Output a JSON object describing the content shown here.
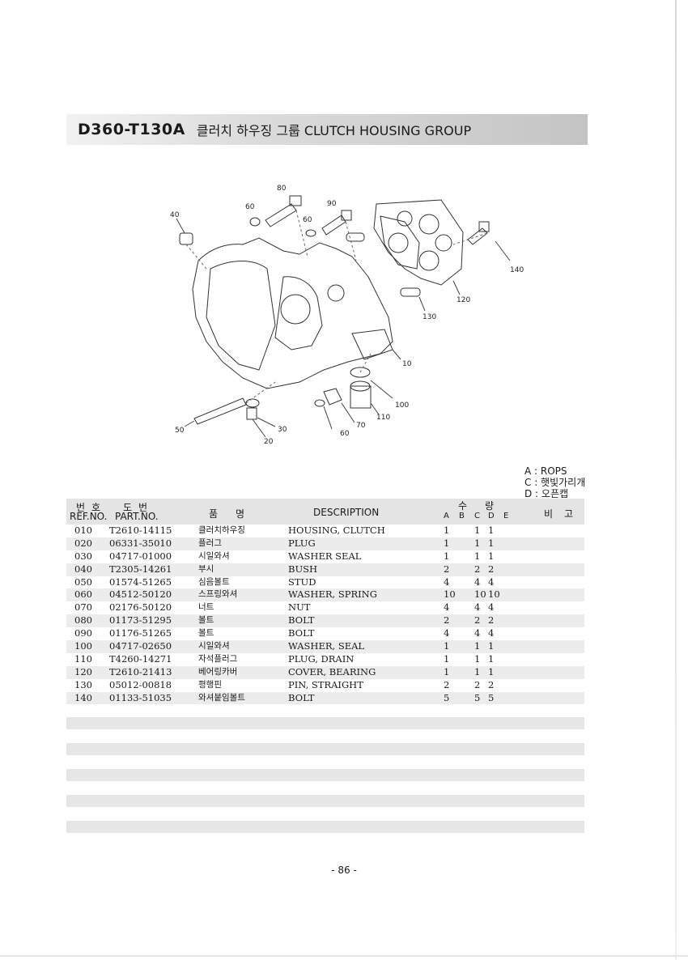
{
  "header": {
    "code": "D360-T130A",
    "title": "클러치 하우징 그룹 CLUTCH HOUSING GROUP"
  },
  "diagram": {
    "callouts": [
      "80",
      "60",
      "90",
      "40",
      "60",
      "140",
      "120",
      "130",
      "10",
      "100",
      "110",
      "70",
      "60",
      "50",
      "30",
      "20"
    ]
  },
  "legend": {
    "items": [
      "A : ROPS",
      "C : 햇빛가리개",
      "D : 오픈캡"
    ]
  },
  "table": {
    "headers": {
      "ref_ko": "번호",
      "ref_en": "REF.NO.",
      "part_ko": "도번",
      "part_en": "PART.NO.",
      "name_ko": "품명",
      "description": "DESCRIPTION",
      "qty_ko": "수량",
      "qty_a": "A",
      "qty_b": "B",
      "qty_c": "C",
      "qty_d": "D",
      "qty_e": "E",
      "remark_ko": "비고"
    },
    "rows": [
      {
        "ref": "010",
        "part": "T2610-14115",
        "ko": "클러치하우징",
        "desc": "HOUSING, CLUTCH",
        "a": "1",
        "c": "1",
        "d": "1"
      },
      {
        "ref": "020",
        "part": "06331-35010",
        "ko": "플러그",
        "desc": "PLUG",
        "a": "1",
        "c": "1",
        "d": "1"
      },
      {
        "ref": "030",
        "part": "04717-01000",
        "ko": "시일와셔",
        "desc": "WASHER SEAL",
        "a": "1",
        "c": "1",
        "d": "1"
      },
      {
        "ref": "040",
        "part": "T2305-14261",
        "ko": "부시",
        "desc": "BUSH",
        "a": "2",
        "c": "2",
        "d": "2"
      },
      {
        "ref": "050",
        "part": "01574-51265",
        "ko": "심음볼트",
        "desc": "STUD",
        "a": "4",
        "c": "4",
        "d": "4"
      },
      {
        "ref": "060",
        "part": "04512-50120",
        "ko": "스프링와셔",
        "desc": "WASHER, SPRING",
        "a": "10",
        "c": "10",
        "d": "10"
      },
      {
        "ref": "070",
        "part": "02176-50120",
        "ko": "너트",
        "desc": "NUT",
        "a": "4",
        "c": "4",
        "d": "4"
      },
      {
        "ref": "080",
        "part": "01173-51295",
        "ko": "볼트",
        "desc": "BOLT",
        "a": "2",
        "c": "2",
        "d": "2"
      },
      {
        "ref": "090",
        "part": "01176-51265",
        "ko": "볼트",
        "desc": "BOLT",
        "a": "4",
        "c": "4",
        "d": "4"
      },
      {
        "ref": "100",
        "part": "04717-02650",
        "ko": "시일와셔",
        "desc": "WASHER, SEAL",
        "a": "1",
        "c": "1",
        "d": "1"
      },
      {
        "ref": "110",
        "part": "T4260-14271",
        "ko": "자석플러그",
        "desc": "PLUG, DRAIN",
        "a": "1",
        "c": "1",
        "d": "1"
      },
      {
        "ref": "120",
        "part": "T2610-21413",
        "ko": "베어링카버",
        "desc": "COVER, BEARING",
        "a": "1",
        "c": "1",
        "d": "1"
      },
      {
        "ref": "130",
        "part": "05012-00818",
        "ko": "평행핀",
        "desc": "PIN, STRAIGHT",
        "a": "2",
        "c": "2",
        "d": "2"
      },
      {
        "ref": "140",
        "part": "01133-51035",
        "ko": "와셔붙임볼트",
        "desc": "BOLT",
        "a": "5",
        "c": "5",
        "d": "5"
      }
    ]
  },
  "footer": {
    "page_number": "- 86 -"
  }
}
